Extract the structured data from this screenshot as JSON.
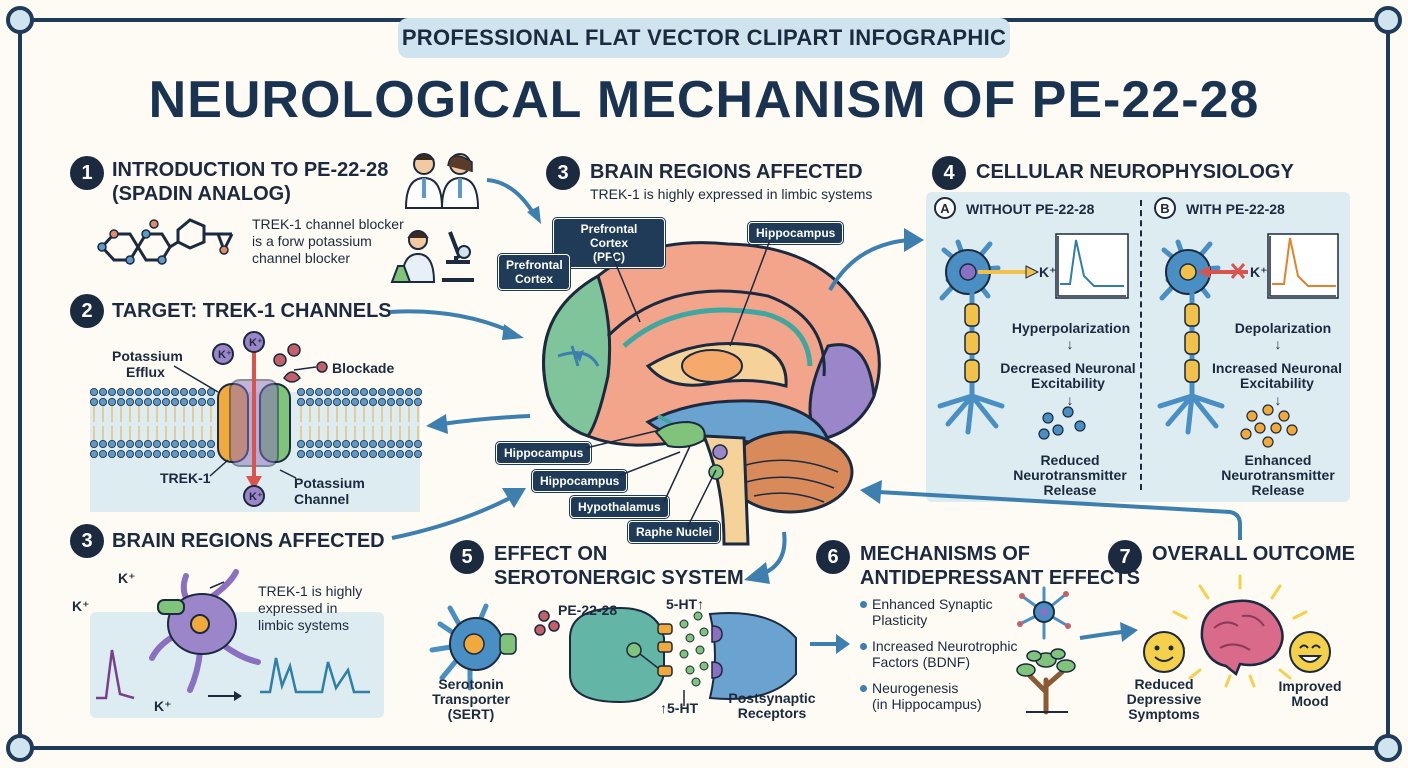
{
  "header": {
    "subtitle": "PROFESSIONAL FLAT VECTOR CLIPART INFOGRAPHIC",
    "title": "NEUROLOGICAL MECHANISM OF PE-22-28"
  },
  "section1": {
    "number": "1",
    "title_line1": "INTRODUCTION TO PE-22-28",
    "title_line2": "(SPADIN ANALOG)",
    "text_line1": "TREK-1 channel blocker",
    "text_line2": "is a forw potassium",
    "text_line3": "channel blocker"
  },
  "section2": {
    "number": "2",
    "title": "TARGET: TREK-1 CHANNELS",
    "potassium_efflux_1": "Potassium",
    "potassium_efflux_2": "Efflux",
    "blockade": "Blockade",
    "trek1": "TREK-1",
    "potassium_channel_1": "Potassium",
    "potassium_channel_2": "Channel",
    "ion": "K⁺"
  },
  "section3_top": {
    "number": "3",
    "title": "BRAIN REGIONS AFFECTED",
    "text": "TREK-1 is highly expressed in limbic systems"
  },
  "brain_labels": {
    "pfc_1": "Prefrontal Cortex",
    "pfc_2": "(PFC)",
    "prefrontal_1": "Prefrontal",
    "prefrontal_2": "Cortex",
    "hippocampus_top": "Hippocampus",
    "hippocampus_1": "Hippocampus",
    "hippocampus_2": "Hippocampus",
    "hypothalamus": "Hypothalamus",
    "raphe": "Raphe Nuclei"
  },
  "section3_bottom": {
    "number": "3",
    "title": "BRAIN REGIONS AFFECTED",
    "text_line1": "TREK-1 is highly",
    "text_line2": "expressed in",
    "text_line3": "limbic systems",
    "ion": "K⁺"
  },
  "section4": {
    "number": "4",
    "title": "CELLULAR NEUROPHYSIOLOGY",
    "a_letter": "A",
    "a_title": "WITHOUT PE-22-28",
    "b_letter": "B",
    "b_title": "WITH PE-22-28",
    "ion": "K⁺",
    "a_step1": "Hyperpolarization",
    "a_step2_1": "Decreased Neuronal",
    "a_step2_2": "Excitability",
    "a_step3_1": "Reduced",
    "a_step3_2": "Neurotransmitter",
    "a_step3_3": "Release",
    "b_step1": "Depolarization",
    "b_step2_1": "Increased Neuronal",
    "b_step2_2": "Excitability",
    "b_step3_1": "Enhanced",
    "b_step3_2": "Neurotransmitter",
    "b_step3_3": "Release"
  },
  "section5": {
    "number": "5",
    "title_line1": "EFFECT ON",
    "title_line2": "SEROTONERGIC SYSTEM",
    "pe_label": "PE-22-28",
    "ht_top": "5-HT↑",
    "ht_bottom": "↑5-HT",
    "sert_1": "Serotonin",
    "sert_2": "Transporter",
    "sert_3": "(SERT)",
    "post_1": "Postsynaptic",
    "post_2": "Receptors"
  },
  "section6": {
    "number": "6",
    "title_line1": "MECHANISMS OF",
    "title_line2": "ANTIDEPRESSANT EFFECTS",
    "b1_1": "Enhanced Synaptic",
    "b1_2": "Plasticity",
    "b2_1": "Increased Neurotrophic",
    "b2_2": "Factors (BDNF)",
    "b3_1": "Neurogenesis",
    "b3_2": "(in Hippocampus)"
  },
  "section7": {
    "number": "7",
    "title": "OVERALL OUTCOME",
    "reduced_1": "Reduced",
    "reduced_2": "Depressive",
    "reduced_3": "Symptoms",
    "improved_1": "Improved",
    "improved_2": "Mood"
  },
  "colors": {
    "navy": "#1b2a3f",
    "frame": "#1f3b57",
    "light_blue": "#dcecf1",
    "arrow_blue": "#3d7fae",
    "neuron_blue": "#4a8fc4",
    "purple": "#8b6fc0"
  }
}
